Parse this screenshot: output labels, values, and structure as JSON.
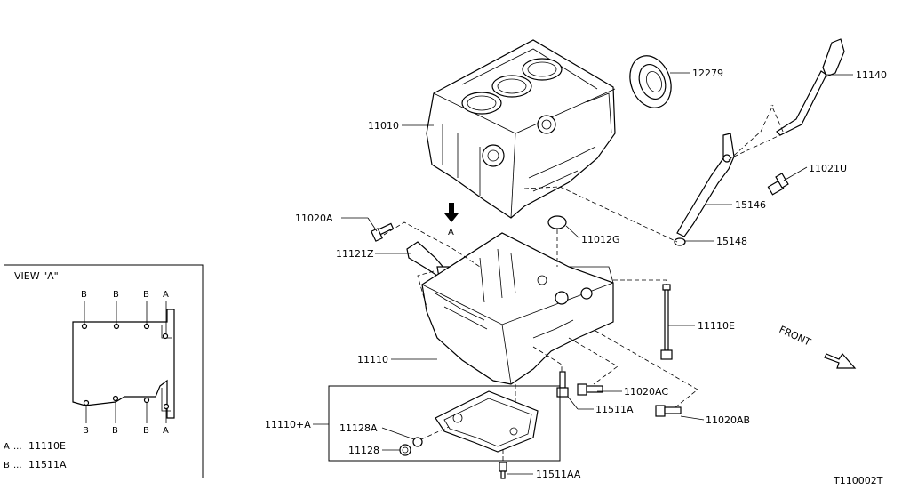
{
  "parts": {
    "p12279": "12279",
    "p11140": "11140",
    "p11010": "11010",
    "p11021U": "11021U",
    "p15146": "15146",
    "p11020A": "11020A",
    "p11012G": "11012G",
    "p15148": "15148",
    "p11121Z": "11121Z",
    "p11110E": "11110E",
    "p11110": "11110",
    "p11020AC": "11020AC",
    "p11511A": "11511A",
    "p11020AB": "11020AB",
    "p11110A": "11110+A",
    "p11128A": "11128A",
    "p11128": "11128",
    "p11511AA": "11511AA"
  },
  "arrow_label": "A",
  "front_label": "FRONT",
  "view": {
    "title": "VIEW \"A\"",
    "top_marks": [
      "B",
      "B",
      "B",
      "A"
    ],
    "bottom_marks": [
      "B",
      "B",
      "B",
      "A"
    ],
    "legend": [
      {
        "key": "A",
        "sep": "...",
        "value": "11110E"
      },
      {
        "key": "B",
        "sep": "...",
        "value": "11511A"
      }
    ]
  },
  "diagram_code": "T110002T"
}
